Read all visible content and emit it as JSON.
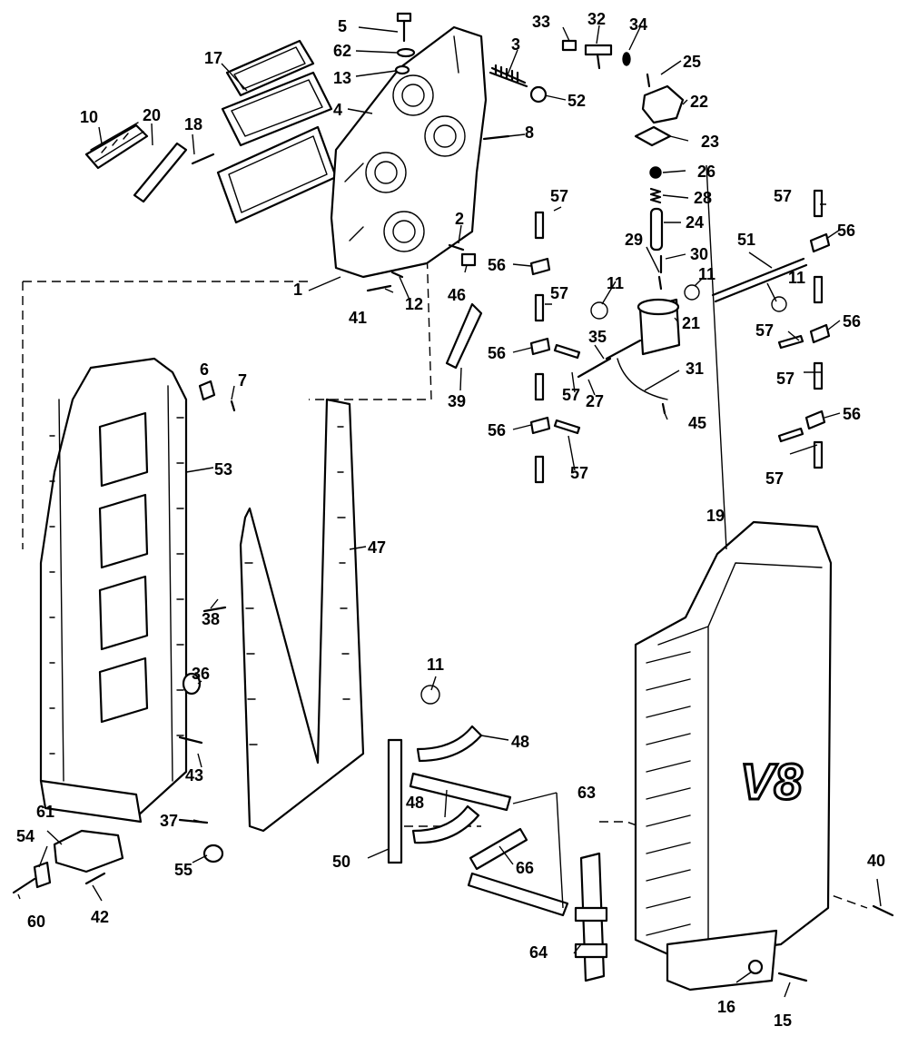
{
  "diagram": {
    "cover_logo": "V8",
    "callouts": {
      "c1": "1",
      "c2": "2",
      "c3": "3",
      "c4": "4",
      "c5": "5",
      "c6": "6",
      "c7": "7",
      "c8": "8",
      "c10": "10",
      "c11a": "11",
      "c11b": "11",
      "c11c": "11",
      "c11d": "11",
      "c12": "12",
      "c13": "13",
      "c15": "15",
      "c16": "16",
      "c17": "17",
      "c18": "18",
      "c19": "19",
      "c20": "20",
      "c21": "21",
      "c22": "22",
      "c23": "23",
      "c24": "24",
      "c25": "25",
      "c26": "26",
      "c27": "27",
      "c28": "28",
      "c29": "29",
      "c30": "30",
      "c31": "31",
      "c32": "32",
      "c33": "33",
      "c34": "34",
      "c35": "35",
      "c36": "36",
      "c37": "37",
      "c38": "38",
      "c39": "39",
      "c40": "40",
      "c41": "41",
      "c42": "42",
      "c43": "43",
      "c45": "45",
      "c46": "46",
      "c47": "47",
      "c48a": "48",
      "c48b": "48",
      "c50": "50",
      "c51": "51",
      "c52": "52",
      "c53": "53",
      "c54": "54",
      "c55": "55",
      "c56a": "56",
      "c56b": "56",
      "c56c": "56",
      "c56d": "56",
      "c56e": "56",
      "c56f": "56",
      "c57a": "57",
      "c57b": "57",
      "c57c": "57",
      "c57d": "57",
      "c57e": "57",
      "c57f": "57",
      "c57g": "57",
      "c60": "60",
      "c61": "61",
      "c62": "62",
      "c63": "63",
      "c64": "64",
      "c66": "66"
    }
  }
}
